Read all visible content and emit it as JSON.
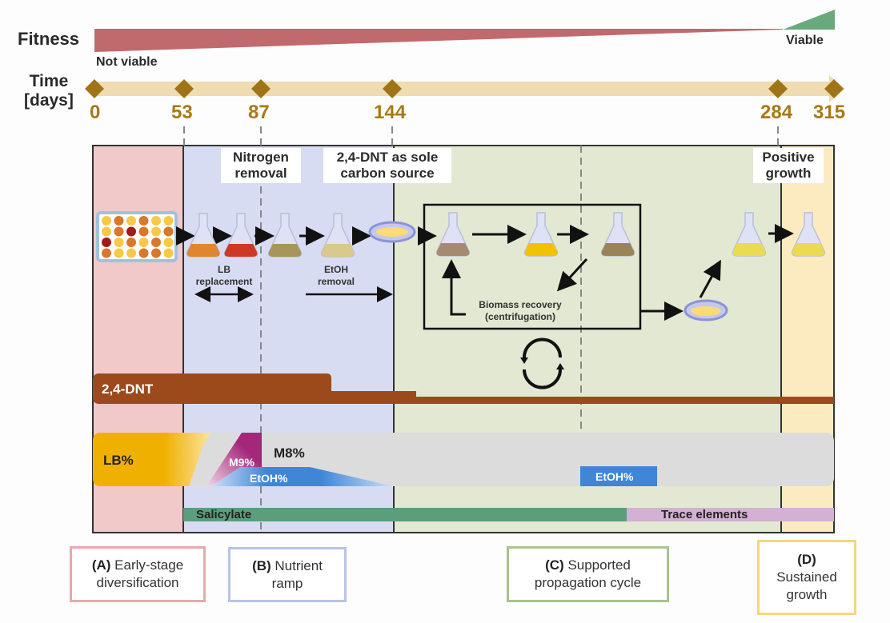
{
  "fitness": {
    "label": "Fitness",
    "start_label": "Not viable",
    "end_label": "Viable",
    "colors": {
      "not_viable": "#c06a6e",
      "viable": "#6aa97b"
    }
  },
  "timeline": {
    "label_line1": "Time",
    "label_line2": "[days]",
    "ticks": [
      "0",
      "53",
      "87",
      "144",
      "284",
      "315"
    ],
    "color": "#a77a14",
    "track_color": "#efdcb0"
  },
  "phases": [
    {
      "id": "A",
      "letter": "(A)",
      "text_line1": "Early-stage",
      "text_line2": "diversification",
      "color": "#f2c9c9",
      "border": "#e8a9ab"
    },
    {
      "id": "B",
      "letter": "(B)",
      "text_line1": "Nutrient",
      "text_line2": "ramp",
      "color": "#d8dcf2",
      "border": "#b9c3e8"
    },
    {
      "id": "C",
      "letter": "(C)",
      "text_line1": "Supported",
      "text_line2": "propagation cycle",
      "color": "#e3e8d2",
      "border": "#a8c48a"
    },
    {
      "id": "D",
      "letter": "(D)",
      "text_line1": "Sustained",
      "text_line2": "growth",
      "color": "#fcebc0",
      "border": "#f5d77a"
    }
  ],
  "events": {
    "nitrogen": {
      "line1": "Nitrogen",
      "line2": "removal"
    },
    "dnt_sole": {
      "line1": "2,4-DNT as sole",
      "line2": "carbon source"
    },
    "positive": {
      "line1": "Positive",
      "line2": "growth"
    }
  },
  "process": {
    "lb_replacement": {
      "line1": "LB",
      "line2": "replacement"
    },
    "etoh_removal": {
      "line1": "EtOH",
      "line2": "removal"
    },
    "biomass": {
      "line1": "Biomass recovery",
      "line2": "(centrifugation)"
    },
    "plate_wells": [
      [
        "#f7c948",
        "#d9772c",
        "#f7c948",
        "#d9772c",
        "#f7c948",
        "#f7c948"
      ],
      [
        "#f7c948",
        "#d9772c",
        "#9e1c1c",
        "#d9772c",
        "#f7c948",
        "#d9772c"
      ],
      [
        "#9e1c1c",
        "#f7c948",
        "#d9772c",
        "#f7c948",
        "#d9772c",
        "#f7c948"
      ],
      [
        "#d9772c",
        "#f7c948",
        "#f7c948",
        "#d9772c",
        "#d9772c",
        "#f7c948"
      ]
    ],
    "flask_colors": [
      "#e0862e",
      "#cc3a27",
      "#a8955a",
      "#d9c98a",
      "#a58a70",
      "#f2c200",
      "#9a8455",
      "#eadb50",
      "#eadb50"
    ]
  },
  "bars": {
    "dnt": {
      "label": "2,4-DNT",
      "color": "#9c4a1c"
    },
    "lb": {
      "label": "LB%",
      "color": "#f0b000"
    },
    "m9": {
      "label": "M9%",
      "color": "#a3287a"
    },
    "m8": {
      "label": "M8%",
      "color": "#dcdcdc"
    },
    "etoh": {
      "label": "EtOH%",
      "color": "#3f86d6"
    },
    "etoh2": {
      "label": "EtOH%",
      "color": "#3f86d6"
    },
    "salicylate": {
      "label": "Salicylate",
      "color": "#5b9e7c"
    },
    "trace": {
      "label": "Trace elements",
      "color": "#d4b0d4"
    }
  }
}
